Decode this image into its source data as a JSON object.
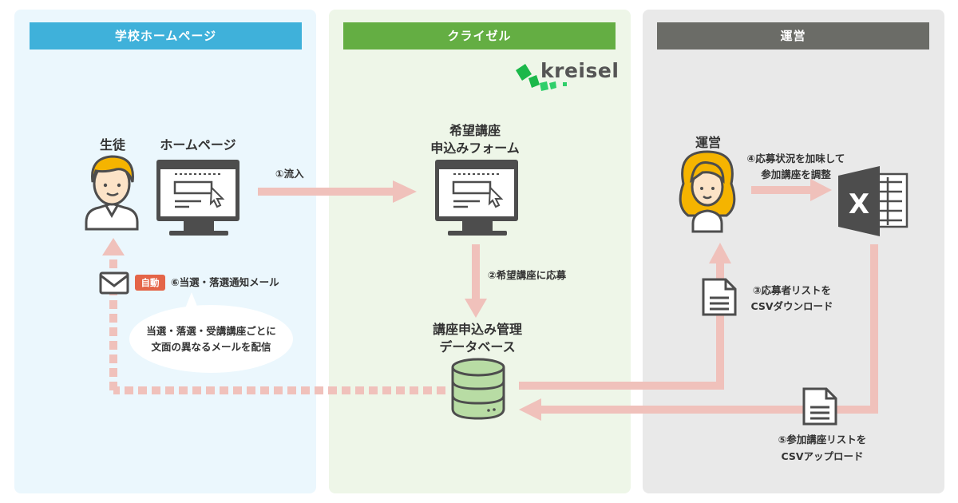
{
  "columns": {
    "school": "学校ホームページ",
    "kreisel": "クライゼル",
    "operator": "運営"
  },
  "logo": {
    "text": "kreisel",
    "mark_color": "#1bb84a"
  },
  "nodes": {
    "student": "生徒",
    "homepage": "ホームページ",
    "form_line1": "希望講座",
    "form_line2": "申込みフォーム",
    "db_line1": "講座申込み管理",
    "db_line2": "データベース",
    "operator": "運営"
  },
  "steps": {
    "s1": "①流入",
    "s2": "②希望講座に応募",
    "s3_line1": "③応募者リストを",
    "s3_line2": "CSVダウンロード",
    "s4_line1": "④応募状況を加味して",
    "s4_line2": "参加講座を調整",
    "s5_line1": "⑤参加講座リストを",
    "s5_line2": "CSVアップロード",
    "s6": "⑥当選・落選通知メール"
  },
  "auto_badge": "自動",
  "bubble": {
    "line1": "当選・落選・受講講座ごとに",
    "line2": "文面の異なるメールを配信"
  },
  "excel_letter": "X",
  "colors": {
    "school_bg": "#ebf7fd",
    "school_header": "#3fb1da",
    "kreisel_bg": "#eef6e8",
    "kreisel_header": "#64ae43",
    "operator_bg": "#e9e9e9",
    "operator_header": "#6b6c67",
    "arrow": "#f0c1bb",
    "auto_badge": "#e46548",
    "icon_dark": "#4d4d4d",
    "db_green": "#b8dca4",
    "hair_yellow": "#f5b400"
  },
  "icons": [
    "student-avatar-icon",
    "monitor-icon",
    "form-monitor-icon",
    "database-icon",
    "operator-avatar-icon",
    "excel-icon",
    "document-icon",
    "mail-icon"
  ]
}
